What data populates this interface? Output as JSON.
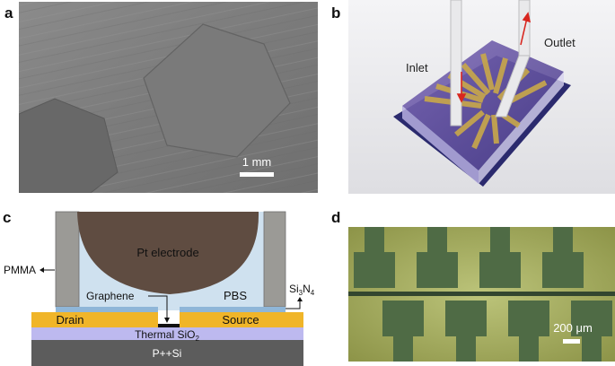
{
  "panels": {
    "a": {
      "letter": "a",
      "scale_label": "1 mm"
    },
    "b": {
      "letter": "b",
      "inlet_label": "Inlet",
      "outlet_label": "Outlet"
    },
    "c": {
      "letter": "c",
      "labels": {
        "pt_electrode": "Pt electrode",
        "pmma": "PMMA",
        "si3n4_main": "Si",
        "si3n4_sub3": "3",
        "si3n4_n": "N",
        "si3n4_sub4": "4",
        "graphene": "Graphene",
        "pbs": "PBS",
        "drain": "Drain",
        "source": "Source",
        "thermal_main": "Thermal SiO",
        "thermal_sub": "2",
        "substrate": "P++Si"
      },
      "colors": {
        "pt": "#5f4c41",
        "pbs": "#cfe1ef",
        "pmma": "#9b9a96",
        "metal": "#f0b529",
        "oxide": "#bdb9ef",
        "substrate": "#5c5c5c",
        "graphene": "#111111"
      }
    },
    "d": {
      "letter": "d",
      "scale_label": "200 μm"
    }
  }
}
